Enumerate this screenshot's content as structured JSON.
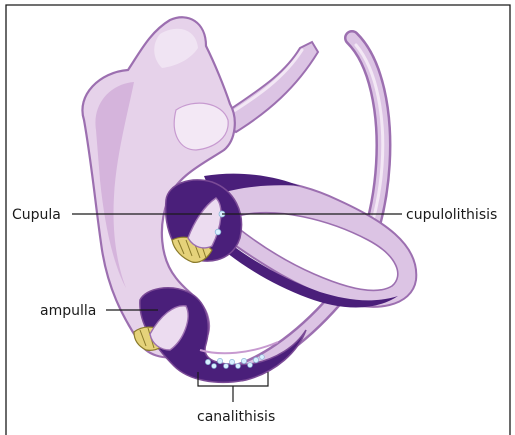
{
  "diagram": {
    "labels": {
      "cupula": "Cupula",
      "cupulolithisis": "cupulolithisis",
      "ampulla": "ampulla",
      "canalithisis": "canalithisis"
    },
    "colors": {
      "light_membrane": "#e6d2ea",
      "mid_membrane": "#c79ad0",
      "outline": "#9c6fb0",
      "dark_endolymph": "#4a1f7a",
      "crista_yellow": "#e5d27a",
      "otoconia": "#d8f0ff"
    }
  }
}
